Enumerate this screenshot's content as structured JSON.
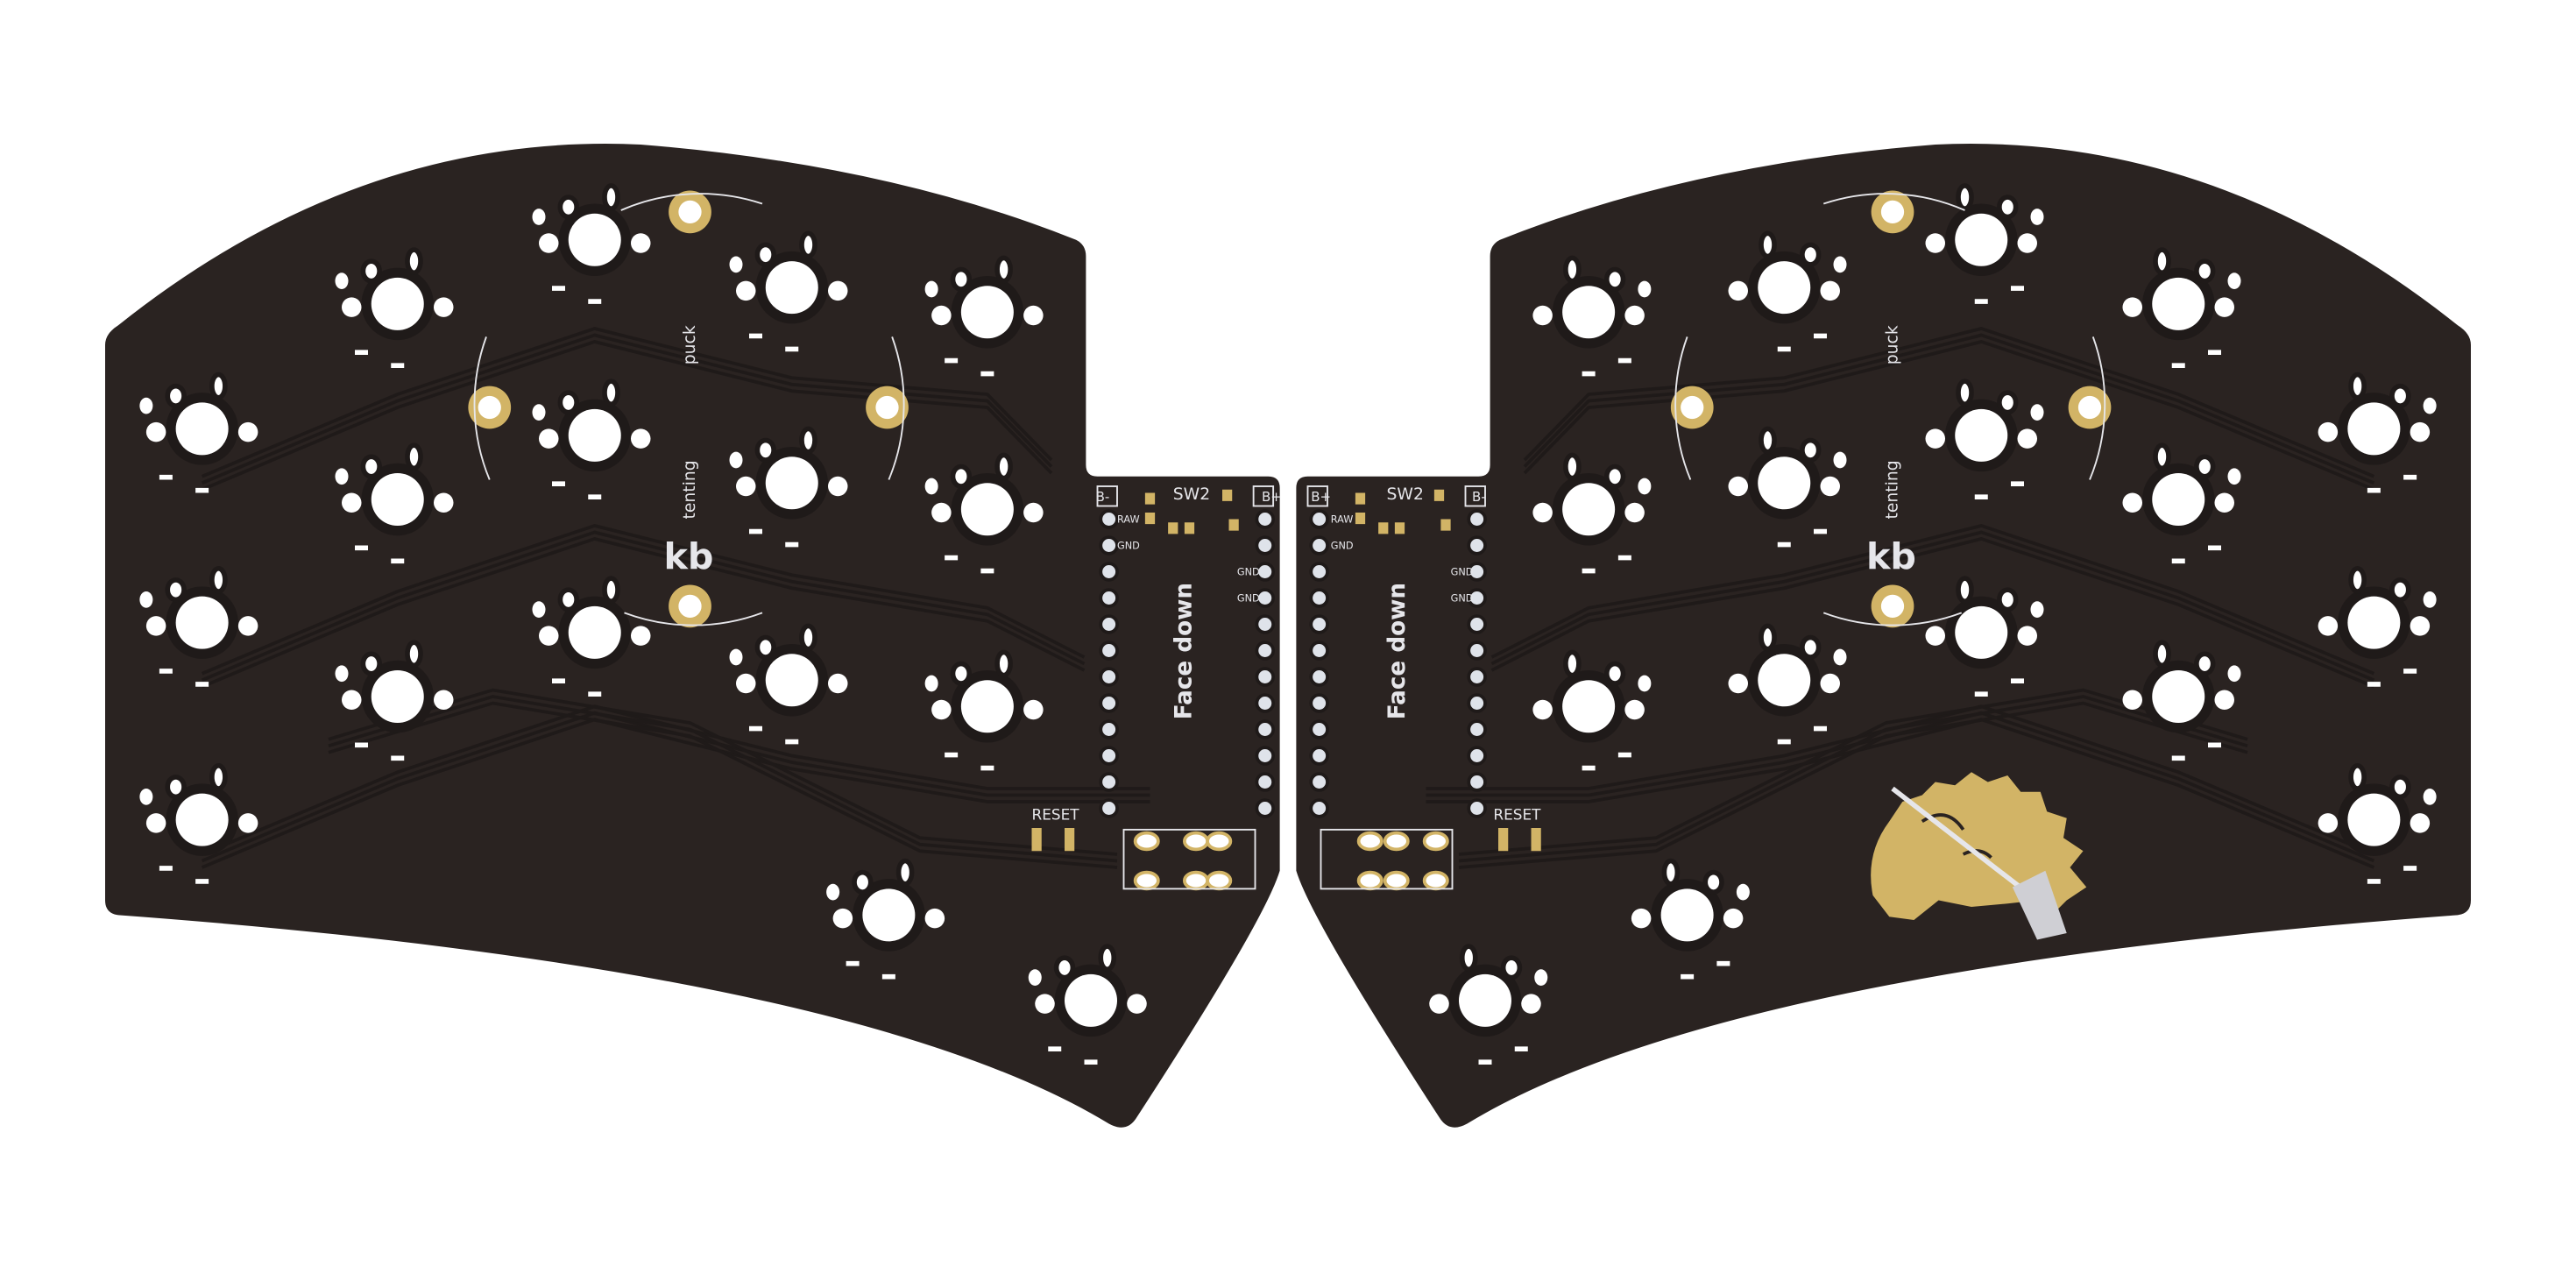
{
  "colors": {
    "board": "#2a2321",
    "copper": "#d2b466",
    "silk": "#e6e6ea",
    "hole": "#ffffff",
    "trace": "#1f1a19"
  },
  "left_half": {
    "puck_label": "puck",
    "tenting_label": "tenting",
    "logo_text": "kb",
    "controller": {
      "switch_label": "SW2",
      "batt_neg": "B-",
      "batt_pos": "B+",
      "pin_raw": "RAW",
      "pin_gnd": "GND",
      "pin_gnd_right_1": "GND",
      "pin_gnd_right_2": "GND",
      "orientation_note": "Face down"
    },
    "reset_label": "RESET"
  },
  "right_half": {
    "puck_label": "puck",
    "tenting_label": "tenting",
    "logo_text": "kb",
    "controller": {
      "switch_label": "SW2",
      "batt_neg": "B-",
      "batt_pos": "B+",
      "pin_raw": "RAW",
      "pin_gnd": "GND",
      "pin_gnd_right_1": "GND",
      "pin_gnd_right_2": "GND",
      "orientation_note": "Face down"
    },
    "reset_label": "RESET"
  }
}
